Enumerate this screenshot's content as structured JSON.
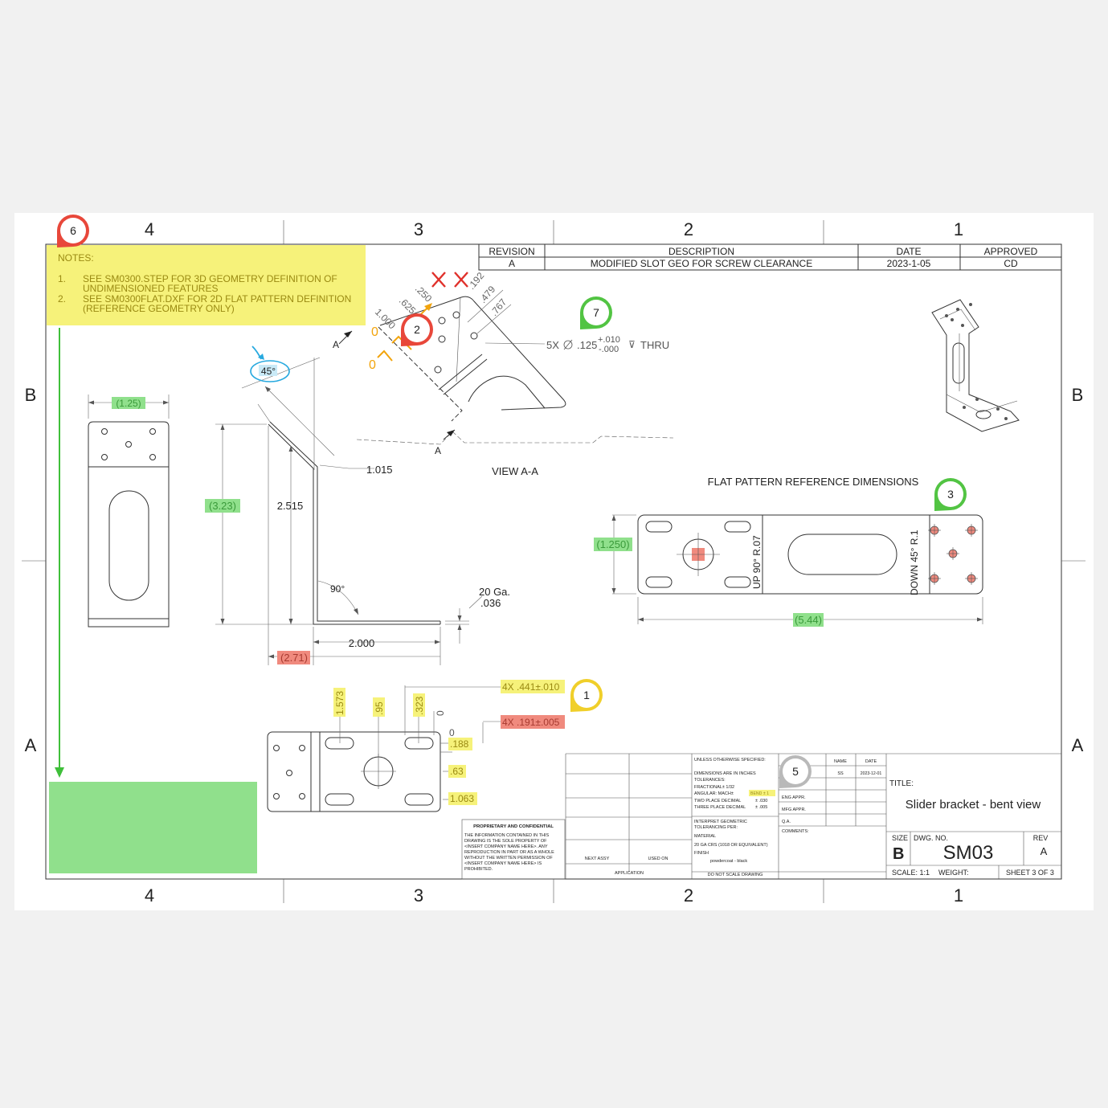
{
  "zones": {
    "columns": [
      "4",
      "3",
      "2",
      "1"
    ],
    "rows": [
      "B",
      "A"
    ]
  },
  "notes": {
    "heading": "NOTES:",
    "n1_num": "1.",
    "n1_line1": "SEE SM0300.STEP FOR 3D GEOMETRY DEFINITION OF",
    "n1_line2": "UNDIMENSIONED FEATURES",
    "n2_num": "2.",
    "n2_line1": "SEE SM0300FLAT.DXF FOR 2D FLAT PATTERN DEFINITION",
    "n2_line2": "(REFERENCE GEOMETRY ONLY)"
  },
  "revision_table": {
    "headers": [
      "REVISION",
      "DESCRIPTION",
      "DATE",
      "APPROVED"
    ],
    "row": [
      "A",
      "MODIFIED SLOT GEO FOR SCREW CLEARANCE",
      "2023-1-05",
      "CD"
    ]
  },
  "markers": [
    "6",
    "2",
    "7",
    "3",
    "1",
    "5"
  ],
  "view_aa": {
    "label": "VIEW A-A",
    "section_letter": "A",
    "dim_250": ".250",
    "dim_625": ".625",
    "dim_1000": "1.000",
    "dim_192": ".192",
    "dim_479": ".479",
    "dim_767": ".767",
    "zero": "0",
    "hole_prefix": "5X",
    "hole_dia": ".125",
    "tol_plus": "+.010",
    "tol_minus": "-.000",
    "hole_suffix": "THRU"
  },
  "front_view": {
    "width": "(1.25)"
  },
  "side_view": {
    "angle_45": "45°",
    "dim_1015": "1.015",
    "dim_323_ref": "(3.23)",
    "dim_2515": "2.515",
    "angle_90": "90°",
    "gauge": "20 Ga.",
    "thickness": ".036",
    "dim_2000": "2.000",
    "dim_271_ref": "(2.71)"
  },
  "bottom_view": {
    "dim_1573": "1.573",
    "dim_95": ".95",
    "dim_323": ".323",
    "zero_a": "0",
    "zero_b": "0",
    "slot_width": "4X .441±.010",
    "slot_height": "4X .191±.005",
    "dim_188": ".188",
    "dim_63": ".63",
    "dim_1063": "1.063"
  },
  "flat_pattern": {
    "title": "FLAT PATTERN REFERENCE DIMENSIONS",
    "height": "(1.250)",
    "length": "(5.44)",
    "bend_up": "UP 90° R.07",
    "bend_down": "DOWN 45° R.1"
  },
  "proprietary": {
    "title": "PROPRIETARY AND CONFIDENTIAL",
    "line1": "THE INFORMATION CONTAINED IN THIS",
    "line2": "DRAWING IS THE SOLE PROPERTY OF",
    "line3": "<INSERT COMPANY NAME HERE>. ANY",
    "line4": "REPRODUCTION IN PART OR AS A WHOLE",
    "line5": "WITHOUT THE WRITTEN PERMISSION OF",
    "line6": "<INSERT COMPANY NAME HERE> IS",
    "line7": "PROHIBITED."
  },
  "application_block": {
    "next_assy": "NEXT ASSY",
    "used_on": "USED ON",
    "application": "APPLICATION"
  },
  "spec_block": {
    "l1": "UNLESS OTHERWISE SPECIFIED:",
    "l2": "DIMENSIONS ARE IN INCHES",
    "l3": "TOLERANCES:",
    "l4": "FRACTIONAL± 1/32",
    "l5": "ANGULAR: MACH±",
    "bend_tag": "BEND ± 1",
    "l6": "TWO PLACE DECIMAL",
    "l6v": "± .030",
    "l7": "THREE PLACE DECIMAL",
    "l7v": "± .005",
    "l8": "INTERPRET GEOMETRIC",
    "l9": "TOLERANCING PER:",
    "l10": "MATERIAL",
    "l11": "20 GA CRS (1018 OR EQUIVALENT)",
    "l12": "FINISH",
    "l13": "powdercoat - black",
    "l14": "DO NOT SCALE DRAWING"
  },
  "approval_block": {
    "name": "NAME",
    "date": "DATE",
    "drawn_name": "SS",
    "drawn_date": "2023-12-01",
    "eng_appr": "ENG APPR.",
    "mfg_appr": "MFG APPR.",
    "qa": "Q.A.",
    "comments": "COMMENTS:"
  },
  "title_block": {
    "title_label": "TITLE:",
    "title": "Slider bracket - bent view",
    "size_label": "SIZE",
    "size": "B",
    "dwg_label": "DWG.  NO.",
    "dwg_no": "SM03",
    "rev_label": "REV",
    "rev": "A",
    "scale": "SCALE: 1:1",
    "weight": "WEIGHT:",
    "sheet": "SHEET 3 OF 3"
  },
  "colors": {
    "highlight_yellow": "#f6f27a",
    "highlight_green": "#90e08c",
    "highlight_red": "#f08a7e",
    "marker_red": "#e8473a",
    "marker_green": "#52c443",
    "marker_yellow": "#f0cf2a",
    "marker_gray": "#b9b9b9",
    "annotation_blue": "#27a9df",
    "arrow_green": "#3fbf3a",
    "arrow_orange": "#f2a40c",
    "cross_red": "#e0302a"
  }
}
